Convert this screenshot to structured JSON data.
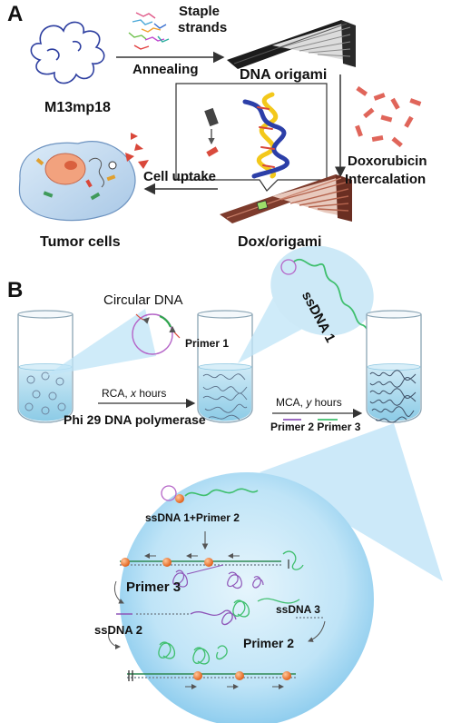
{
  "panel_a": {
    "letter": "A",
    "m13": "M13mp18",
    "staple_line1": "Staple",
    "staple_line2": "strands",
    "annealing": "Annealing",
    "dna_origami": "DNA origami",
    "doxorubicin": "Doxorubicin",
    "intercalation": "Intercalation",
    "cell_uptake": "Cell uptake",
    "tumor_cells": "Tumor cells",
    "dox_origami": "Dox/origami"
  },
  "panel_b": {
    "letter": "B",
    "circular_dna": "Circular DNA",
    "primer1": "Primer 1",
    "ssdna1": "ssDNA 1",
    "rca_prefix": "RCA, ",
    "rca_var": "x",
    "rca_suffix": " hours",
    "phi29": "Phi 29 DNA polymerase",
    "mca_prefix": "MCA, ",
    "mca_var": "y",
    "mca_suffix": " hours",
    "primer2_primer3": "Primer 2 Primer 3",
    "ssdna1_primer2": "ssDNA 1+Primer 2",
    "primer3": "Primer 3",
    "ssdna2": "ssDNA 2",
    "ssdna3": "ssDNA 3",
    "primer2": "Primer 2"
  },
  "colors": {
    "origami_dark": "#1a1a1a",
    "origami_gray": "#9a9a9a",
    "dox_red": "#e0655a",
    "dox_origami": "#b5644e",
    "bubble_blue": "#bfe4f7",
    "tube_liquid": "#9fd3ea",
    "primer_red": "#e0452e",
    "ssdna_green": "#3fbf6e",
    "ssdna_purple": "#8e55b8",
    "bead_orange": "#f07a28"
  }
}
